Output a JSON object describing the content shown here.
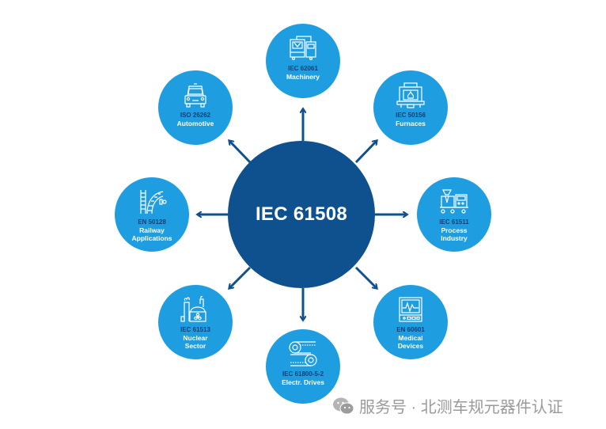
{
  "hub": {
    "label": "IEC 61508",
    "color": "#0f508f"
  },
  "node_color": "#1e9ee1",
  "code_color": "#0c3f74",
  "nodes": [
    {
      "id": "machinery",
      "code": "IEC 62061",
      "label": "Machinery",
      "icon": "machine-icon"
    },
    {
      "id": "furnaces",
      "code": "IEC 50156",
      "label": "Furnaces",
      "icon": "furnace-icon"
    },
    {
      "id": "process",
      "code": "IEC 61511",
      "label": "Process Industry",
      "label_lines": [
        "Process",
        "Industry"
      ],
      "icon": "process-plant-icon"
    },
    {
      "id": "medical",
      "code": "EN 60601",
      "label": "Medical Devices",
      "label_lines": [
        "Medical",
        "Devices"
      ],
      "icon": "medical-monitor-icon"
    },
    {
      "id": "drives",
      "code": "IEC 61800-5-2",
      "label": "Electr. Drives",
      "icon": "conveyor-drive-icon"
    },
    {
      "id": "nuclear",
      "code": "IEC 61513",
      "label": "Nuclear Sector",
      "label_lines": [
        "Nuclear",
        "Sector"
      ],
      "icon": "nuclear-plant-icon"
    },
    {
      "id": "railway",
      "code": "EN 50128",
      "label": "Railway Applications",
      "label_lines": [
        "Railway",
        "Applications"
      ],
      "icon": "railway-track-icon"
    },
    {
      "id": "automotive",
      "code": "ISO 26262",
      "label": "Automotive",
      "icon": "car-icon"
    }
  ],
  "watermark": {
    "text": "服务号 · 北测车规元器件认证",
    "icon": "wechat-icon"
  }
}
